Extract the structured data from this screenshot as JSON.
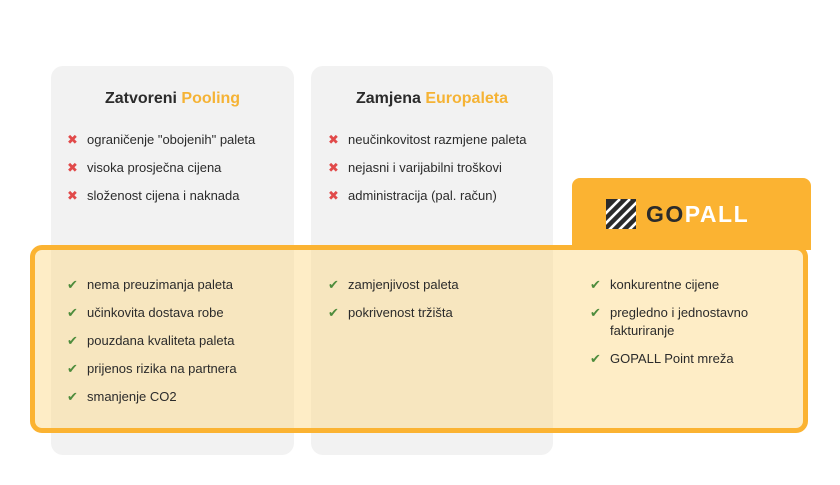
{
  "columns": [
    {
      "title_plain": "Zatvoreni ",
      "title_highlight": "Pooling",
      "cons": [
        "ograničenje \"obojenih\" paleta",
        "visoka prosječna cijena",
        "složenost cijena i naknada"
      ],
      "pros": [
        "nema preuzimanja paleta",
        "učinkovita dostava robe",
        "pouzdana kvaliteta paleta",
        "prijenos rizika na partnera",
        "smanjenje CO2"
      ]
    },
    {
      "title_plain": "Zamjena ",
      "title_highlight": "Europaleta",
      "cons": [
        "neučinkovitost razmjene paleta",
        "nejasni i varijabilni troškovi",
        "administracija (pal. račun)"
      ],
      "pros": [
        "zamjenjivost paleta",
        "pokrivenost tržišta"
      ]
    },
    {
      "logo_part1": "GO",
      "logo_part2": "PALL",
      "pros": [
        "konkurentne cijene",
        "pregledno i jednostavno fakturiranje",
        "GOPALL Point mreža"
      ]
    }
  ],
  "colors": {
    "accent": "#fbb332",
    "cross": "#e14a4a",
    "check": "#4d8c3c",
    "card": "#f2f2f2"
  },
  "icons": {
    "cross": "cross-icon",
    "check": "check-icon",
    "logo": "striped-square-logo-icon"
  }
}
